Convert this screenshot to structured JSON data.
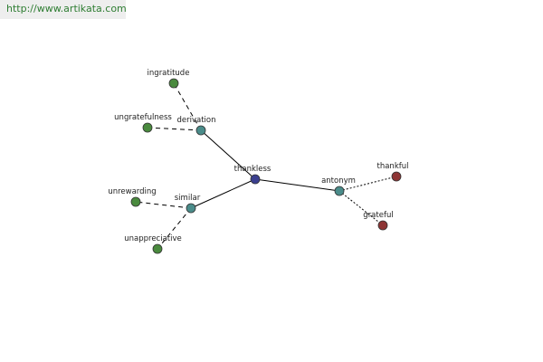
{
  "header": {
    "url": "http://www.artikata.com"
  },
  "graph": {
    "colors": {
      "center": "#3b3f8f",
      "relation": "#4a8c8a",
      "related_word": "#4a8a3e",
      "antonym_word": "#8e3535",
      "edge": "#000000"
    },
    "nodes": [
      {
        "id": "thankless",
        "label": "thankless",
        "kind": "center"
      },
      {
        "id": "derivation",
        "label": "derivation",
        "kind": "relation"
      },
      {
        "id": "similar",
        "label": "similar",
        "kind": "relation"
      },
      {
        "id": "antonym",
        "label": "antonym",
        "kind": "relation"
      },
      {
        "id": "ingratitude",
        "label": "ingratitude",
        "kind": "related_word"
      },
      {
        "id": "ungratefulness",
        "label": "ungratefulness",
        "kind": "related_word"
      },
      {
        "id": "unrewarding",
        "label": "unrewarding",
        "kind": "related_word"
      },
      {
        "id": "unappreciative",
        "label": "unappreciative",
        "kind": "related_word"
      },
      {
        "id": "thankful",
        "label": "thankful",
        "kind": "antonym_word"
      },
      {
        "id": "grateful",
        "label": "grateful",
        "kind": "antonym_word"
      }
    ],
    "edges": [
      {
        "from": "thankless",
        "to": "derivation",
        "style": "solid"
      },
      {
        "from": "thankless",
        "to": "similar",
        "style": "solid"
      },
      {
        "from": "thankless",
        "to": "antonym",
        "style": "solid"
      },
      {
        "from": "derivation",
        "to": "ingratitude",
        "style": "dashed"
      },
      {
        "from": "derivation",
        "to": "ungratefulness",
        "style": "dashed"
      },
      {
        "from": "similar",
        "to": "unrewarding",
        "style": "dashed"
      },
      {
        "from": "similar",
        "to": "unappreciative",
        "style": "dashed"
      },
      {
        "from": "antonym",
        "to": "thankful",
        "style": "dotted"
      },
      {
        "from": "antonym",
        "to": "grateful",
        "style": "dotted"
      }
    ]
  }
}
